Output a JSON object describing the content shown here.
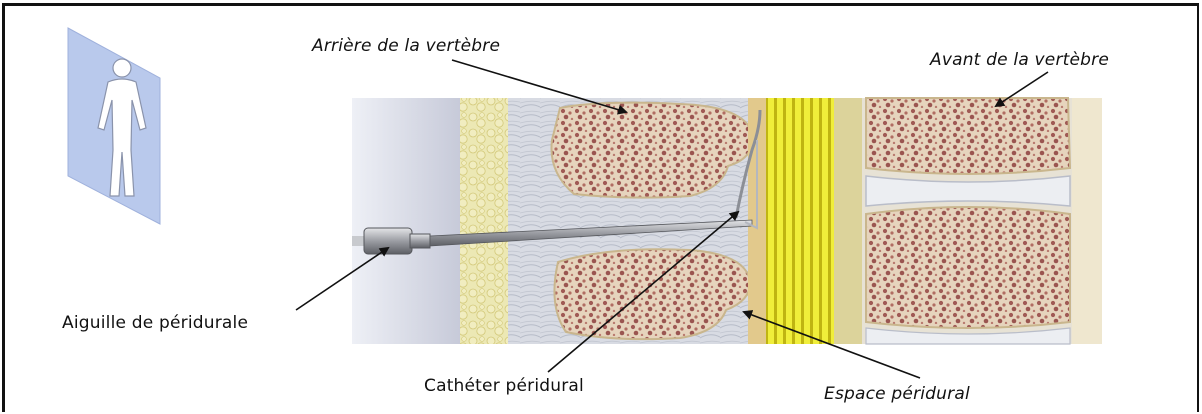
{
  "labels": {
    "posterior_vertebra": "Arrière de la vertèbre",
    "anterior_vertebra": "Avant de la vertèbre",
    "needle": "Aiguille de péridurale",
    "catheter": "Cathéter péridural",
    "epidural_space": "Espace péridural"
  },
  "colors": {
    "plane": "#b9c9ec",
    "bone": "#eadfc4",
    "bone_pores": "#9a5a54",
    "ligament": "#c9ccd6",
    "fat": "#e8e4a6",
    "spinal_cord": "#e5e31a",
    "disc": "#ecedf1",
    "needle_metal": "#9b9da3"
  },
  "icons": {
    "orientation": "human-figure-sagittal-plane-icon"
  }
}
